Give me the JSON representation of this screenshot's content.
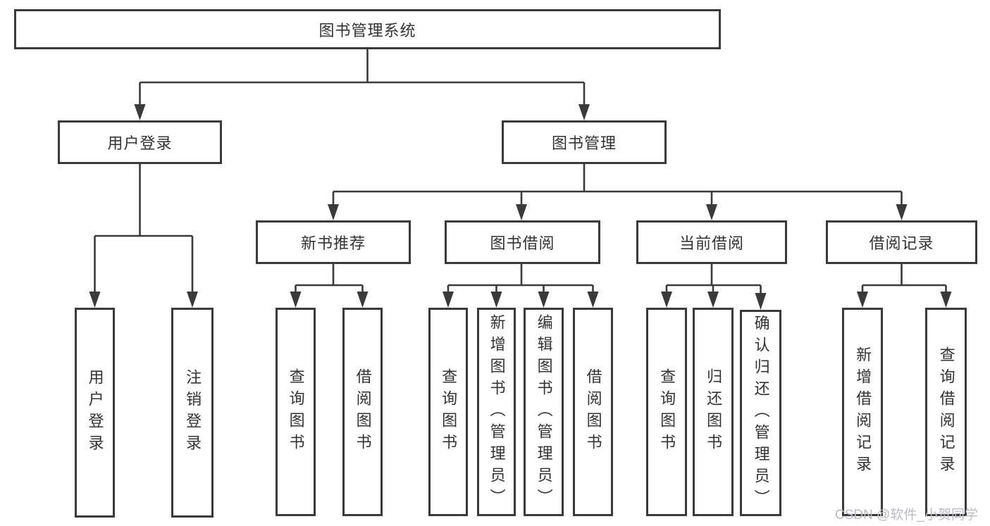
{
  "diagram_type": "hierarchy-tree",
  "colors": {
    "line": "#3a3a3a",
    "box_border": "#3a3a3a",
    "text": "#333333",
    "watermark": "#b9bdc3",
    "background": "#ffffff"
  },
  "tree": {
    "root": {
      "label": "图书管理系统",
      "children": [
        {
          "label": "用户登录",
          "children": [
            {
              "label": "用户登录"
            },
            {
              "label": "注销登录"
            }
          ]
        },
        {
          "label": "图书管理",
          "children": [
            {
              "label": "新书推荐",
              "children": [
                {
                  "label": "查询图书"
                },
                {
                  "label": "借阅图书"
                }
              ]
            },
            {
              "label": "图书借阅",
              "children": [
                {
                  "label": "查询图书"
                },
                {
                  "label": "新增图书（管理员）"
                },
                {
                  "label": "编辑图书（管理员）"
                },
                {
                  "label": "借阅图书"
                }
              ]
            },
            {
              "label": "当前借阅",
              "children": [
                {
                  "label": "查询图书"
                },
                {
                  "label": "归还图书"
                },
                {
                  "label": "确认归还（管理员）"
                }
              ]
            },
            {
              "label": "借阅记录",
              "children": [
                {
                  "label": "新增借阅记录"
                },
                {
                  "label": "查询借阅记录"
                }
              ]
            }
          ]
        }
      ]
    }
  },
  "watermark": {
    "text": "CSDN @软件_小贺同学"
  }
}
